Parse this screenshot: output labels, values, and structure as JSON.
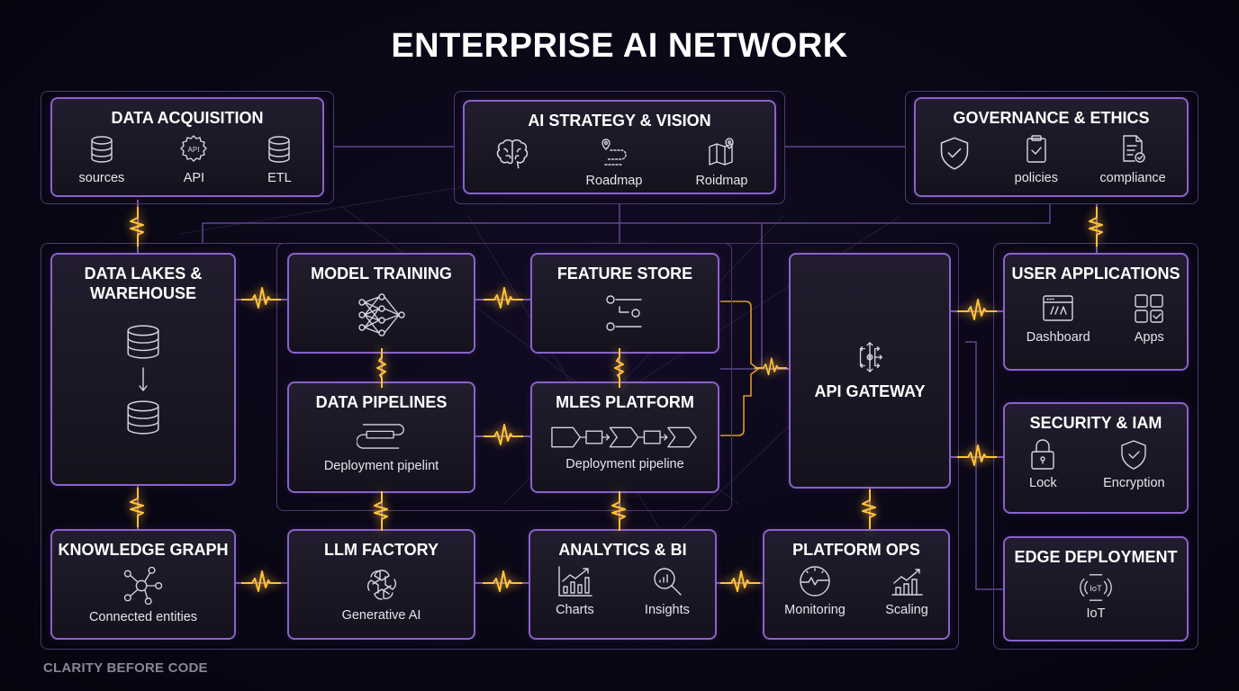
{
  "title": "ENTERPRISE AI NETWORK",
  "footer": "CLARITY BEFORE CODE",
  "colors": {
    "background": "#0a0716",
    "node_border": "#8a62c9",
    "group_border": "#4a3a70",
    "pulse": "#ffc43a",
    "text": "#ffffff"
  },
  "nodes": {
    "data_acquisition": {
      "title": "DATA ACQUISITION",
      "items": [
        {
          "icon": "database-icon",
          "label": "sources"
        },
        {
          "icon": "api-gear-icon",
          "label": "API"
        },
        {
          "icon": "database-icon",
          "label": "ETL"
        }
      ]
    },
    "ai_strategy": {
      "title": "AI STRATEGY & VISION",
      "items": [
        {
          "icon": "brain-icon",
          "label": ""
        },
        {
          "icon": "route-pin-icon",
          "label": "Roadmap"
        },
        {
          "icon": "map-pin-icon",
          "label": "Roidmap"
        }
      ]
    },
    "governance": {
      "title": "GOVERNANCE & ETHICS",
      "items": [
        {
          "icon": "shield-check-icon",
          "label": ""
        },
        {
          "icon": "clipboard-check-icon",
          "label": "policies"
        },
        {
          "icon": "document-check-icon",
          "label": "compliance"
        }
      ]
    },
    "data_lakes": {
      "title_line1": "DATA LAKES &",
      "title_line2": "WAREHOUSE",
      "icons": [
        "database-icon",
        "arrow-down-icon",
        "database-icon"
      ]
    },
    "model_training": {
      "title": "MODEL TRAINING",
      "icon": "neural-network-icon"
    },
    "feature_store": {
      "title": "FEATURE STORE",
      "icon": "feature-toggles-icon"
    },
    "data_pipelines": {
      "title": "DATA PIPELINES",
      "icon": "pipeline-icon",
      "subtitle": "Deployment pipelint"
    },
    "mles_platform": {
      "title": "MLES PLATFORM",
      "icon": "pipeline-stages-icon",
      "subtitle": "Deployment pipeline"
    },
    "api_gateway": {
      "title": "API GATEWAY",
      "icon": "gateway-routing-icon"
    },
    "user_applications": {
      "title": "USER APPLICATIONS",
      "items": [
        {
          "icon": "dashboard-window-icon",
          "label": "Dashboard"
        },
        {
          "icon": "apps-grid-icon",
          "label": "Apps"
        }
      ]
    },
    "security_iam": {
      "title": "SECURITY & IAM",
      "items": [
        {
          "icon": "lock-icon",
          "label": "Lock"
        },
        {
          "icon": "shield-check-icon",
          "label": "Encryption"
        }
      ]
    },
    "edge_deployment": {
      "title": "EDGE DEPLOYMENT",
      "icon": "iot-signal-icon",
      "icon_text": "IoT",
      "subtitle": "IoT"
    },
    "knowledge_graph": {
      "title": "KNOWLEDGE GRAPH",
      "icon": "graph-nodes-icon",
      "subtitle": "Connected entities"
    },
    "llm_factory": {
      "title": "LLM FACTORY",
      "icon": "ai-knot-icon",
      "subtitle": "Generative AI"
    },
    "analytics_bi": {
      "title": "ANALYTICS & BI",
      "items": [
        {
          "icon": "bar-chart-trend-icon",
          "label": "Charts"
        },
        {
          "icon": "magnify-chart-icon",
          "label": "Insights"
        }
      ]
    },
    "platform_ops": {
      "title": "PLATFORM OPS",
      "items": [
        {
          "icon": "gauge-pulse-icon",
          "label": "Monitoring"
        },
        {
          "icon": "scaling-chart-icon",
          "label": "Scaling"
        }
      ]
    }
  }
}
